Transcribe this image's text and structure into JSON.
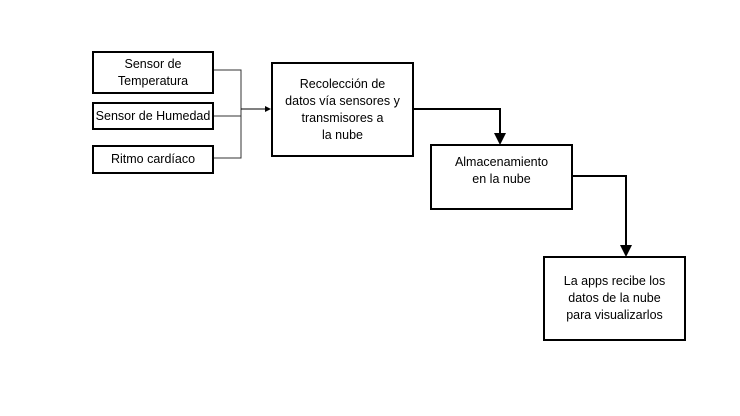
{
  "diagram": {
    "inputs": [
      {
        "label": "Sensor de\nTemperatura"
      },
      {
        "label": "Sensor de Humedad"
      },
      {
        "label": "Ritmo cardíaco"
      }
    ],
    "steps": [
      {
        "label": "Recolección de\ndatos vía sensores y\ntransmisores a\nla nube"
      },
      {
        "label": "Almacenamiento\nen la nube"
      },
      {
        "label": "La apps recibe los\ndatos de la nube\npara visualizarlos"
      }
    ],
    "colors": {
      "line": "#000000",
      "box_fill": "#ffffff",
      "background": "#ffffff"
    }
  }
}
